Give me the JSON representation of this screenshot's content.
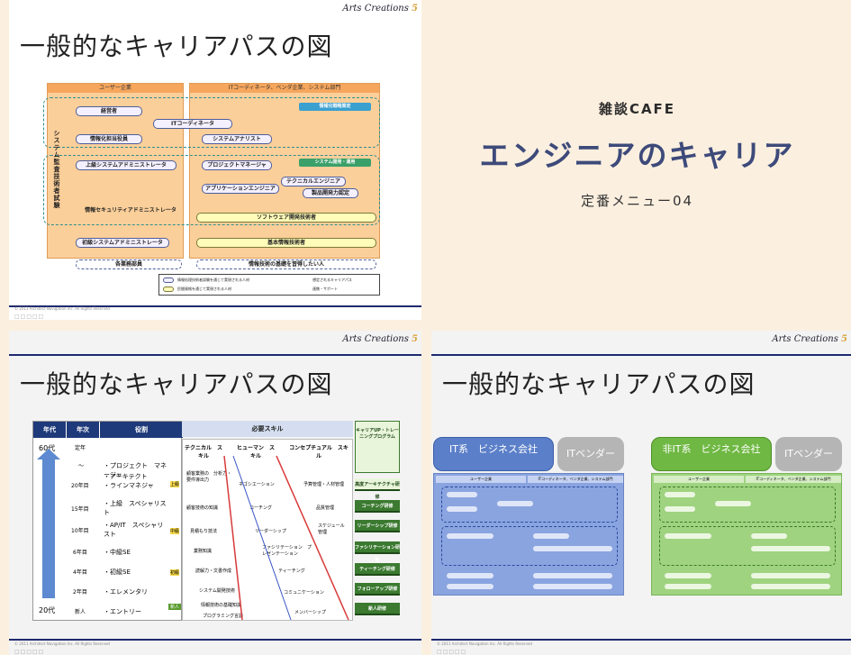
{
  "header": {
    "subtitle": "雑談CAFE",
    "title": "エンジニアのキャリア",
    "menu_label": "定番メニュー04"
  },
  "common": {
    "slide_title": "一般的なキャリアパスの図",
    "brand": "Arts Creations",
    "brand_num": "5",
    "copyright": "© 2011 Architect Navigation Inc. All Rights Reserved",
    "boxes": "□□□□□"
  },
  "slide1": {
    "col_left": "ユーザー企業",
    "col_right": "ITコーディネータ、ベンダ企業、システム部門",
    "tag_strategy": "情報化戦略策定",
    "tag_dev": "システム開発・運用",
    "vertical": "システム監査技術者試験",
    "pills": {
      "manager": "経営者",
      "itc": "ITコーディネータ",
      "officer": "情報化担当役員",
      "analyst": "システムアナリスト",
      "sysadmin": "上級システムアドミニストレータ",
      "pm": "プロジェクトマネージャ",
      "technical": "テクニカルエンジニア",
      "appeng": "アプリケーションエンジニア",
      "product": "製品開発力認定",
      "security": "情報セキュリティアドミニストレータ",
      "software": "ソフトウェア開発技術者",
      "beginner": "初級システムアドミニストレータ",
      "basic": "基本情報技術者",
      "staff": "各業務部員",
      "learner": "情報技術の基礎を習得したい人"
    },
    "legend": {
      "l1": "情報処理技術者試験を通じて実現される人材",
      "l2": "民間資格を通じて実現される人材",
      "l3": "想定されるキャリアパス",
      "l4": "連携・サポート"
    }
  },
  "slide2": {
    "head_age": "年代",
    "head_year": "年次",
    "head_role": "役割",
    "head_skill": "必要スキル",
    "head_program": "キャリアUP・トレーニングプログラム",
    "age_top": "60代",
    "age_bottom": "20代",
    "years": [
      "定年",
      "〜",
      "20年目",
      "15年目",
      "10年目",
      "6年目",
      "4年目",
      "2年目",
      "新人"
    ],
    "roles": [
      "・プロジェクト　マネージャ",
      "・アーキテクト",
      "・ラインマネジャ",
      "・上級　スペシャリスト",
      "・AP/IT　スペシャリスト",
      "・中級SE",
      "・初級SE",
      "・エレメンタリ",
      "・エントリー"
    ],
    "level_high": "上級",
    "level_mid": "中級",
    "level_low": "初級",
    "beginner_mark": "新人",
    "skill_cols": [
      "テクニカル　スキル",
      "ヒューマン　スキル",
      "コンセプチュアル　スキル"
    ],
    "tech_items": [
      "顧客業務の　分析力・　要件導出力",
      "顧客技術の知識",
      "見積もり技法",
      "業務知識",
      "読解力・文書作成",
      "システム開発技術",
      "情報技術の基礎知識",
      "プログラミング言語"
    ],
    "human_items": [
      "ネゴシエーション",
      "コーチング",
      "リーダーシップ",
      "ファシリテーション　プレゼンテーション",
      "ティーチング",
      "コミュニケーション",
      "メンバーシップ"
    ],
    "concept_items": [
      "予算管理・人材管理",
      "品質管理",
      "スケジュール　管理"
    ],
    "programs": [
      "高度アーキテクチャ研修",
      "コーチング研修",
      "リーダーシップ研修",
      "ファシリテーション研修",
      "ティーチング研修",
      "フォローアップ研修",
      "新人研修"
    ]
  },
  "slide3": {
    "it_company": "IT系　ビジネス会社",
    "it_vendor": "ITベンダー",
    "non_it_company": "非IT系　ビジネス会社",
    "non_it_vendor": "ITベンダー",
    "mini_left": "ユーザー企業",
    "mini_right": "ITコーディネータ、ベンダ企業、システム部門"
  }
}
